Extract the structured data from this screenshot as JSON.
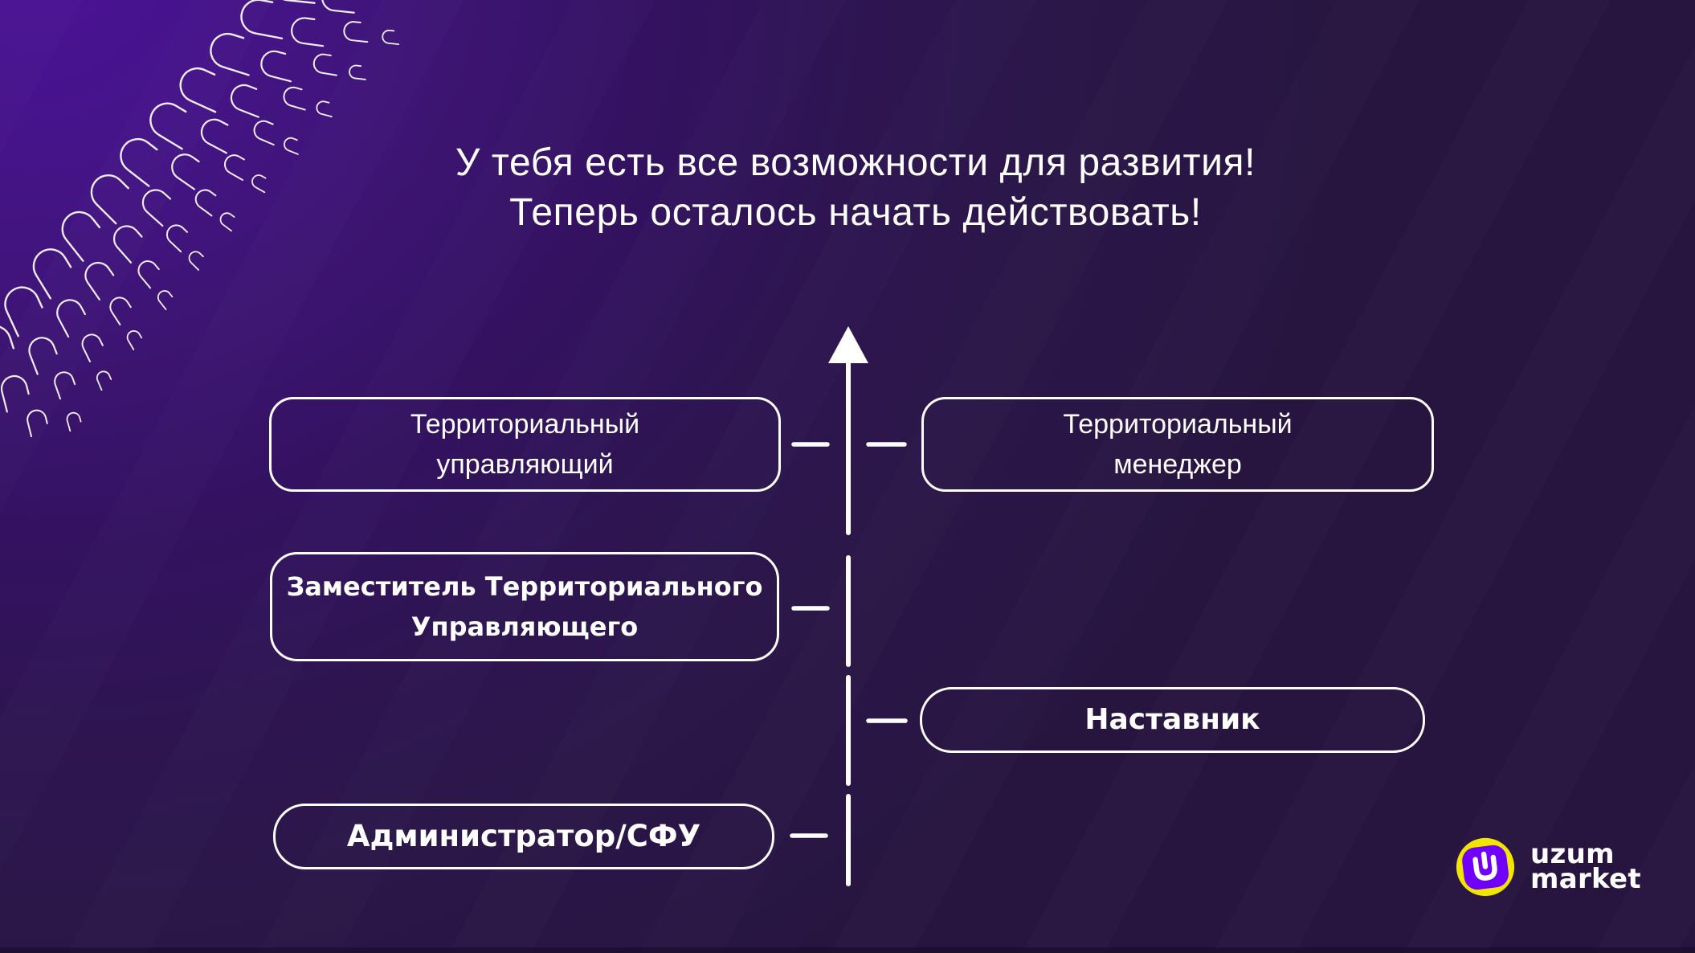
{
  "title": {
    "lines": [
      "У тебя есть все возможности для развития!",
      "Теперь осталось начать действовать!"
    ]
  },
  "diagram": {
    "arrow_icon": "up-arrow",
    "boxes": [
      {
        "id": "territorialny-upravlyayushchiy",
        "label_lines": [
          "Территориальный",
          "управляющий"
        ]
      },
      {
        "id": "territorialny-menedzher",
        "label_lines": [
          "Территориальный",
          "менеджер"
        ]
      },
      {
        "id": "zamestitel-tu",
        "label_lines": [
          "Заместитель Территориального",
          "Управляющего"
        ]
      },
      {
        "id": "nastavnik",
        "label_lines": [
          "Наставник"
        ]
      },
      {
        "id": "administrator-sfu",
        "label_lines": [
          "Администратор/СФУ"
        ]
      }
    ]
  },
  "logo": {
    "icon": "uzum-power-u-icon",
    "brand_lines": [
      "uzum",
      "market"
    ],
    "colors": {
      "badge_circle": "#F2E600",
      "badge_square": "#7000FA",
      "glyph": "#FFFFFF"
    }
  },
  "theme": {
    "background_top_left": "#4B1296",
    "background_bottom_right": "#271540",
    "line_color": "#FFFFFF",
    "text_color": "#FFFFFF",
    "decor": "arc-pattern"
  }
}
